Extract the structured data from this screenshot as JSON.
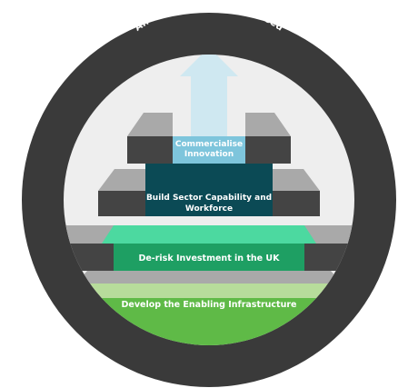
{
  "diagram": {
    "title": "An Environment to Succeed",
    "steps": [
      {
        "label": "Develop the Enabling Infrastructure",
        "color": "#5fba47"
      },
      {
        "label": "De-risk Investment in the UK",
        "color": "#1e9f63"
      },
      {
        "label_lines": [
          "Build Sector Capability and",
          "Workforce"
        ],
        "color": "#0b4a55"
      },
      {
        "label_lines": [
          "Commercialise",
          "Innovation"
        ],
        "color": "#7ec5dc"
      }
    ],
    "colors": {
      "ring": "#3a3a3a",
      "inner_background": "#eeeeee",
      "stair_light": "#a9a9a9",
      "stair_dark": "#444444",
      "arrow": "#cfe8f1"
    }
  }
}
